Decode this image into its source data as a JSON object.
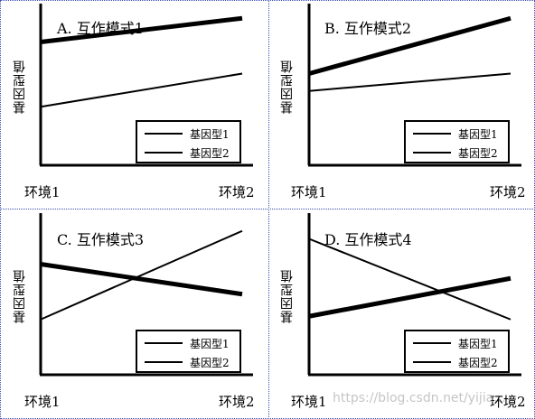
{
  "panels": [
    {
      "title": "A. 互作模式1",
      "ylabel": "基因型值",
      "x_left": "环境1",
      "x_right": "环境2",
      "legend": [
        "基因型1",
        "基因型2"
      ],
      "lines": [
        {
          "from": 0.78,
          "to": 0.93,
          "width": "thick"
        },
        {
          "from": 0.37,
          "to": 0.58,
          "width": "thin"
        }
      ]
    },
    {
      "title": "B. 互作模式2",
      "ylabel": "基因型值",
      "x_left": "环境1",
      "x_right": "环境2",
      "legend": [
        "基因型1",
        "基因型2"
      ],
      "lines": [
        {
          "from": 0.58,
          "to": 0.93,
          "width": "thick"
        },
        {
          "from": 0.47,
          "to": 0.58,
          "width": "thin"
        }
      ]
    },
    {
      "title": "C. 互作模式3",
      "ylabel": "基因型值",
      "x_left": "环境1",
      "x_right": "环境2",
      "legend": [
        "基因型1",
        "基因型2"
      ],
      "lines": [
        {
          "from": 0.7,
          "to": 0.51,
          "width": "thick"
        },
        {
          "from": 0.35,
          "to": 0.91,
          "width": "thin"
        }
      ]
    },
    {
      "title": "D. 互作模式4",
      "ylabel": "基因型值",
      "x_left": "环境1",
      "x_right": "环境2",
      "legend": [
        "基因型1",
        "基因型2"
      ],
      "lines": [
        {
          "from": 0.37,
          "to": 0.61,
          "width": "thick"
        },
        {
          "from": 0.86,
          "to": 0.35,
          "width": "thin"
        }
      ]
    }
  ],
  "watermark": "https://blog.csdn.net/yijia..."
}
